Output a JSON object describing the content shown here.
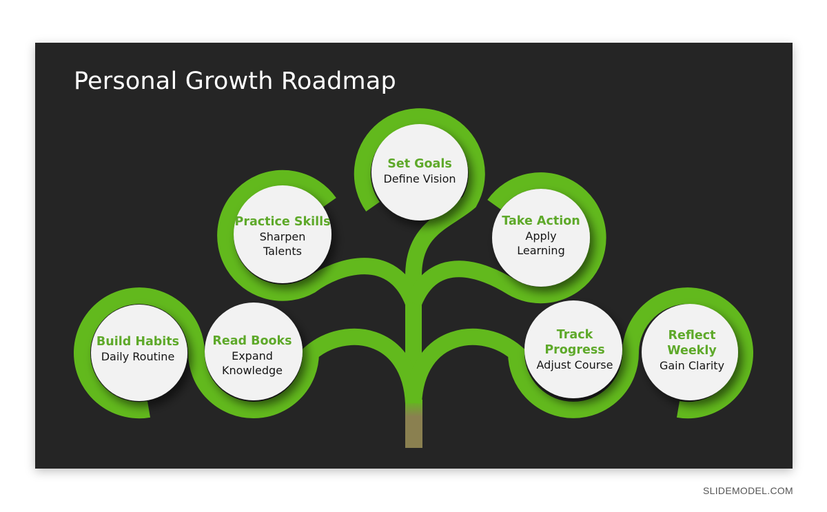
{
  "title": "Personal Growth Roadmap",
  "colors": {
    "background": "#252525",
    "branch": "#62b91d",
    "heading": "#5ea92a",
    "trunk": "#8a8050",
    "circle": "#f2f2f2"
  },
  "nodes": [
    {
      "heading": "Set Goals",
      "text": "Define Vision"
    },
    {
      "heading": "Practice Skills",
      "text": "Sharpen Talents"
    },
    {
      "heading": "Take Action",
      "text": "Apply Learning"
    },
    {
      "heading": "Build Habits",
      "text": "Daily Routine"
    },
    {
      "heading": "Read Books",
      "text": "Expand Knowledge"
    },
    {
      "heading": "Track Progress",
      "text": "Adjust Course"
    },
    {
      "heading": "Reflect Weekly",
      "text": "Gain Clarity"
    }
  ],
  "footer": "SLIDEMODEL.COM"
}
